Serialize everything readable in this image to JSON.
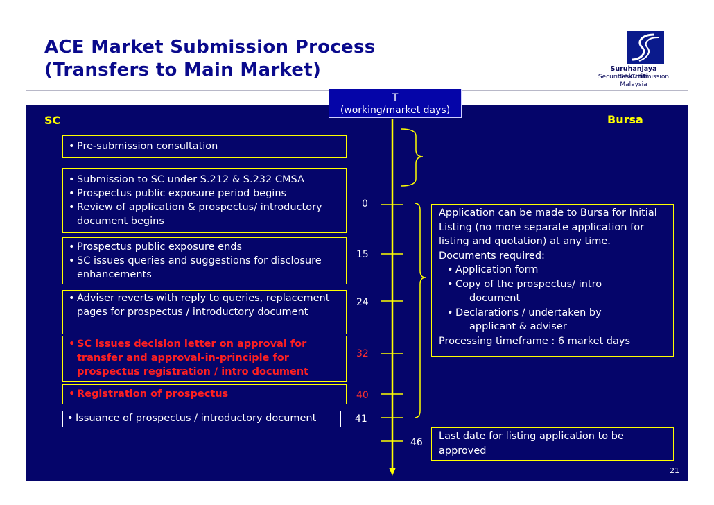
{
  "title": {
    "line1": "ACE Market Submission Process",
    "line2": "(Transfers to Main Market)"
  },
  "logo": {
    "line1": "Suruhanjaya Sekuriti",
    "line2": "Securities Commission",
    "line3": "Malaysia"
  },
  "labels": {
    "sc": "SC",
    "bursa": "Bursa"
  },
  "timeline_header": {
    "line1": "T",
    "line2": "(working/market days)"
  },
  "sc_steps": {
    "box1": [
      "Pre-submission consultation"
    ],
    "box2": [
      "Submission to SC under S.212 & S.232 CMSA",
      "Prospectus public exposure period begins",
      "Review of application & prospectus/ introductory document begins"
    ],
    "box3": [
      "Prospectus public exposure ends",
      "SC issues queries and suggestions for disclosure enhancements"
    ],
    "box4": [
      "Adviser reverts with reply to queries, replacement pages for prospectus / introductory document"
    ],
    "box5": [
      "SC issues decision letter on approval for transfer and approval-in-principle for prospectus registration / intro document"
    ],
    "box6": [
      "Registration of prospectus"
    ],
    "box7": [
      "Issuance of prospectus / introductory document"
    ]
  },
  "days": [
    "0",
    "15",
    "24",
    "32",
    "40",
    "41",
    "46"
  ],
  "bursa_box1": {
    "intro": "Application can be made to Bursa for Initial Listing (no more separate application for listing and quotation) at any time.",
    "docs_label": "Documents required:",
    "doc1": "Application form",
    "doc2a": "Copy of the prospectus/ intro",
    "doc2b": "document",
    "doc3a": "Declarations / undertaken by",
    "doc3b": "applicant & adviser",
    "timeframe": "Processing timeframe : 6 market days"
  },
  "bursa_box2": {
    "text": "Last date for listing application to be approved"
  },
  "page_number": "21",
  "colors": {
    "panel": "#05056a",
    "title": "#0a0a8c",
    "highlight": "#ffff00",
    "alert": "#ff2020"
  }
}
